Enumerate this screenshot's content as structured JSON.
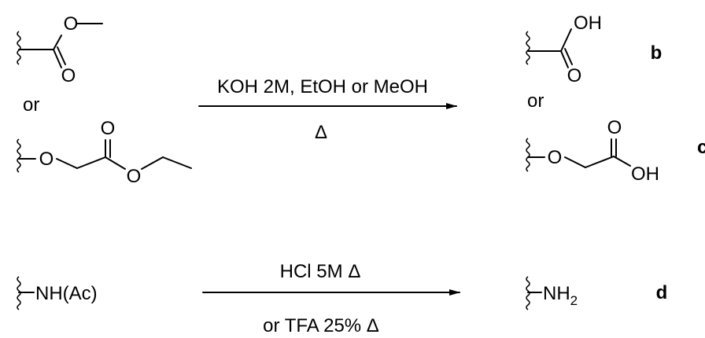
{
  "reaction_1": {
    "reactant_separator": "or",
    "product_separator": "or",
    "conditions_above": "KOH 2M, EtOH or MeOH",
    "conditions_below": "Δ",
    "atoms": {
      "ester_O": "O",
      "ester_carbonyl_O": "O",
      "ether_O": "O",
      "ethyl_carbonyl_O": "O",
      "ethyl_ester_O": "O",
      "acid_OH": "OH",
      "acid_carbonyl_O": "O",
      "acid2_ether_O": "O",
      "acid2_carbonyl_O": "O",
      "acid2_OH": "OH"
    },
    "product_labels": {
      "b": "b",
      "c": "c"
    }
  },
  "reaction_2": {
    "reactant": "NH(Ac)",
    "conditions_above": "HCl 5M Δ",
    "conditions_below": "or TFA 25% Δ",
    "product_main": "NH",
    "product_subscript": "2",
    "product_label": "d"
  }
}
